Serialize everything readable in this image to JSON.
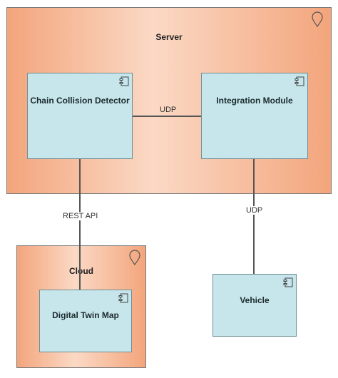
{
  "nodes": {
    "server": {
      "title": "Server"
    },
    "cloud": {
      "title": "Cloud"
    },
    "chain_collision_detector": {
      "title": "Chain Collision Detector"
    },
    "integration_module": {
      "title": "Integration Module"
    },
    "digital_twin_map": {
      "title": "Digital Twin Map"
    },
    "vehicle": {
      "title": "Vehicle"
    }
  },
  "connections": {
    "detector_integration": {
      "label": "UDP"
    },
    "detector_map": {
      "label": "REST API"
    },
    "integration_vehicle": {
      "label": "UDP"
    }
  },
  "icons": {
    "location": "location-pin-icon",
    "component": "component-icon"
  },
  "colors": {
    "location_fill": "#f3a57c",
    "component_fill": "#c6e6ec"
  }
}
